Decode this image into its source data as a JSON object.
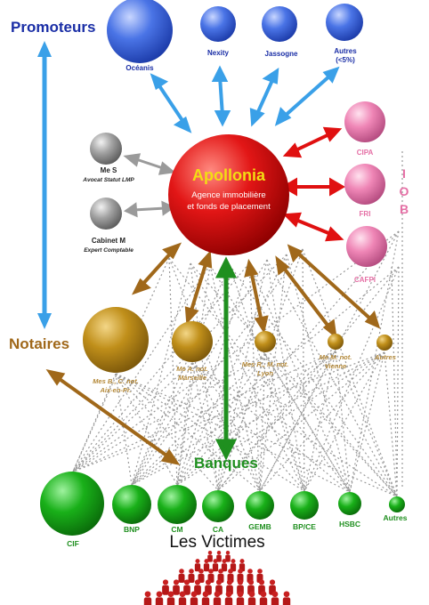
{
  "groups": {
    "promoteurs": "Promoteurs",
    "notaires": "Notaires",
    "banques": "Banques",
    "iob": [
      "I",
      "O",
      "B"
    ],
    "victimes": "Les Victimes"
  },
  "center": {
    "title": "Apollonia",
    "subtitle1": "Agence immobilière",
    "subtitle2": "et fonds de placement"
  },
  "promoteurs": [
    "Océanis",
    "Nexity",
    "Jassogne",
    "Autres",
    "(<5%)"
  ],
  "advisors": {
    "s_name": "Me S",
    "s_role": "Avocat Statut LMP",
    "m_name": "Cabinet M",
    "m_role": "Expert Comptable"
  },
  "iob_entities": [
    "CIPA",
    "FRI",
    "CAFPI"
  ],
  "notaires": {
    "labels": [
      "Mes B., C. not.",
      "Aix-en-Pr.",
      "Me A. not.",
      "Marseille",
      "Mes R., M. not.",
      "Lyon",
      "Me M. not.",
      "Vienne",
      "Autres"
    ]
  },
  "banques": [
    "CIF",
    "BNP",
    "CM",
    "CA",
    "GEMB",
    "BP/CE",
    "HSBC",
    "Autres"
  ],
  "colors": {
    "promoteur": "#3a64d8",
    "apollonia": "#e01010",
    "iob": "#e56fa5",
    "notaire": "#b58212",
    "banque": "#13a513",
    "advisor": "#8c8c8c",
    "group_blue": "#1a2ea6",
    "group_brown": "#a0681a",
    "group_green": "#1f8f1f"
  },
  "icons": [
    "double-arrow-icon",
    "crowd-icon"
  ]
}
